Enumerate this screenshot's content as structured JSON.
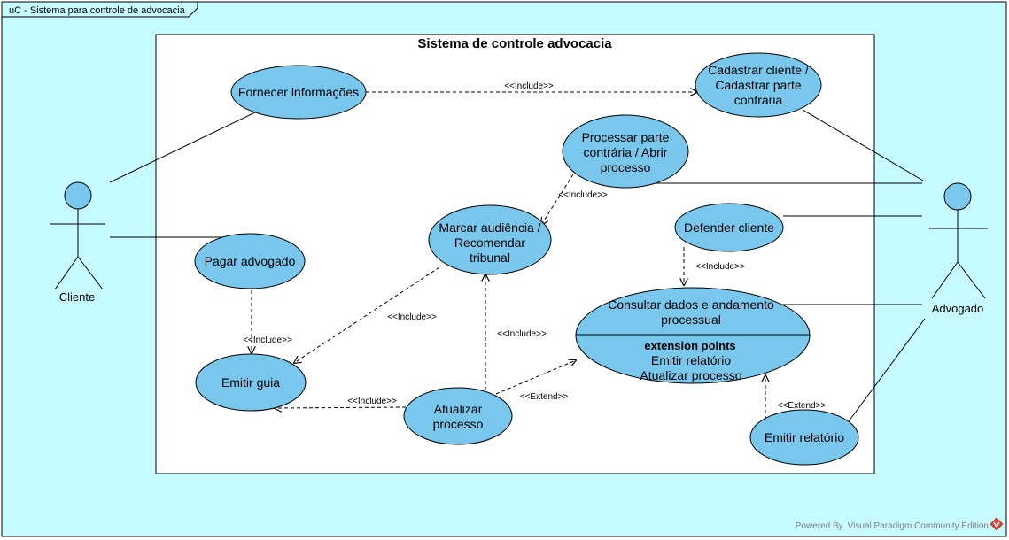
{
  "colors": {
    "diagram_bg": "#c6fcff",
    "usecase_fill": "#7ac7ee",
    "stroke": "#000000",
    "logo": "#e0473a"
  },
  "frame": {
    "title": "uC - Sistema para controle de advocacia"
  },
  "system": {
    "title": "Sistema de controle advocacia"
  },
  "actors": {
    "cliente": {
      "label": "Cliente"
    },
    "advogado": {
      "label": "Advogado"
    }
  },
  "usecases": {
    "fornecer": {
      "label": "Fornecer informações"
    },
    "cadastrar": {
      "line1": "Cadastrar cliente /",
      "line2": "Cadastrar parte",
      "line3": "contrária"
    },
    "processar": {
      "line1": "Processar parte",
      "line2": "contrária / Abrir",
      "line3": "processo"
    },
    "marcar": {
      "line1": "Marcar audiência /",
      "line2": "Recomendar",
      "line3": "tribunal"
    },
    "defender": {
      "label": "Defender cliente"
    },
    "pagar": {
      "label": "Pagar advogado"
    },
    "consultar": {
      "line1": "Consultar dados e andamento",
      "line2": "processual",
      "ext_title": "extension points",
      "ext1": "Emitir relatório",
      "ext2": "Atualizar processo"
    },
    "emitir_guia": {
      "label": "Emitir guia"
    },
    "atualizar": {
      "line1": "Atualizar",
      "line2": "processo"
    },
    "emitir_relatorio": {
      "label": "Emitir relatório"
    }
  },
  "relations": {
    "fornecer_cadastrar": "<<Include>>",
    "processar_marcar": "<<Include>>",
    "defender_consultar": "<<Include>>",
    "pagar_emitir": "<<Include>>",
    "marcar_emitir": "<<Include>>",
    "atualizar_marcar": "<<Include>>",
    "atualizar_emitir": "<<Include>>",
    "atualizar_consultar": "<<Extend>>",
    "relatorio_consultar": "<<Extend>>"
  },
  "footer": {
    "text": "Powered By Visual Paradigm Community Edition"
  }
}
